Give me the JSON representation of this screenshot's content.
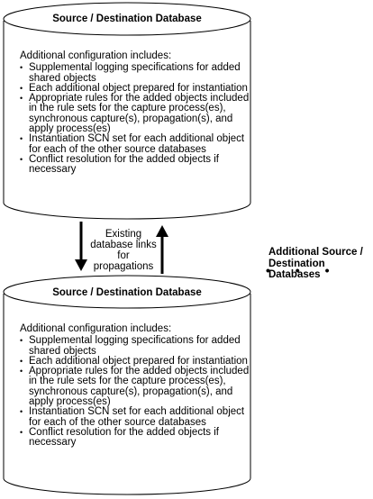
{
  "top_db": {
    "title": "Source / Destination Database",
    "intro": "Additional configuration includes:",
    "bullet": "•",
    "items": [
      "Supplemental logging specifications for added shared objects",
      "Each additional object prepared for instantiation",
      "Appropriate rules for the added objects included in the rule sets for the capture process(es), synchronous capture(s), propagation(s), and apply process(es)",
      "Instantiation SCN set for each additional object for each of the other source databases",
      "Conflict resolution for the added objects if necessary"
    ]
  },
  "bottom_db": {
    "title": "Source / Destination Database",
    "intro": "Additional configuration includes:",
    "bullet": "•",
    "items": [
      "Supplemental logging specifications for added shared objects",
      "Each additional object prepared for instantiation",
      "Appropriate rules for the added objects included in the rule sets for the capture process(es), synchronous capture(s), propagation(s), and apply process(es)",
      "Instantiation SCN set for each additional object for each of the other source databases",
      "Conflict resolution for the added objects if necessary"
    ]
  },
  "link_label": "Existing database links for propagations",
  "additional_label": "Additional Source / Destination Databases",
  "ellipsis": "• • •"
}
